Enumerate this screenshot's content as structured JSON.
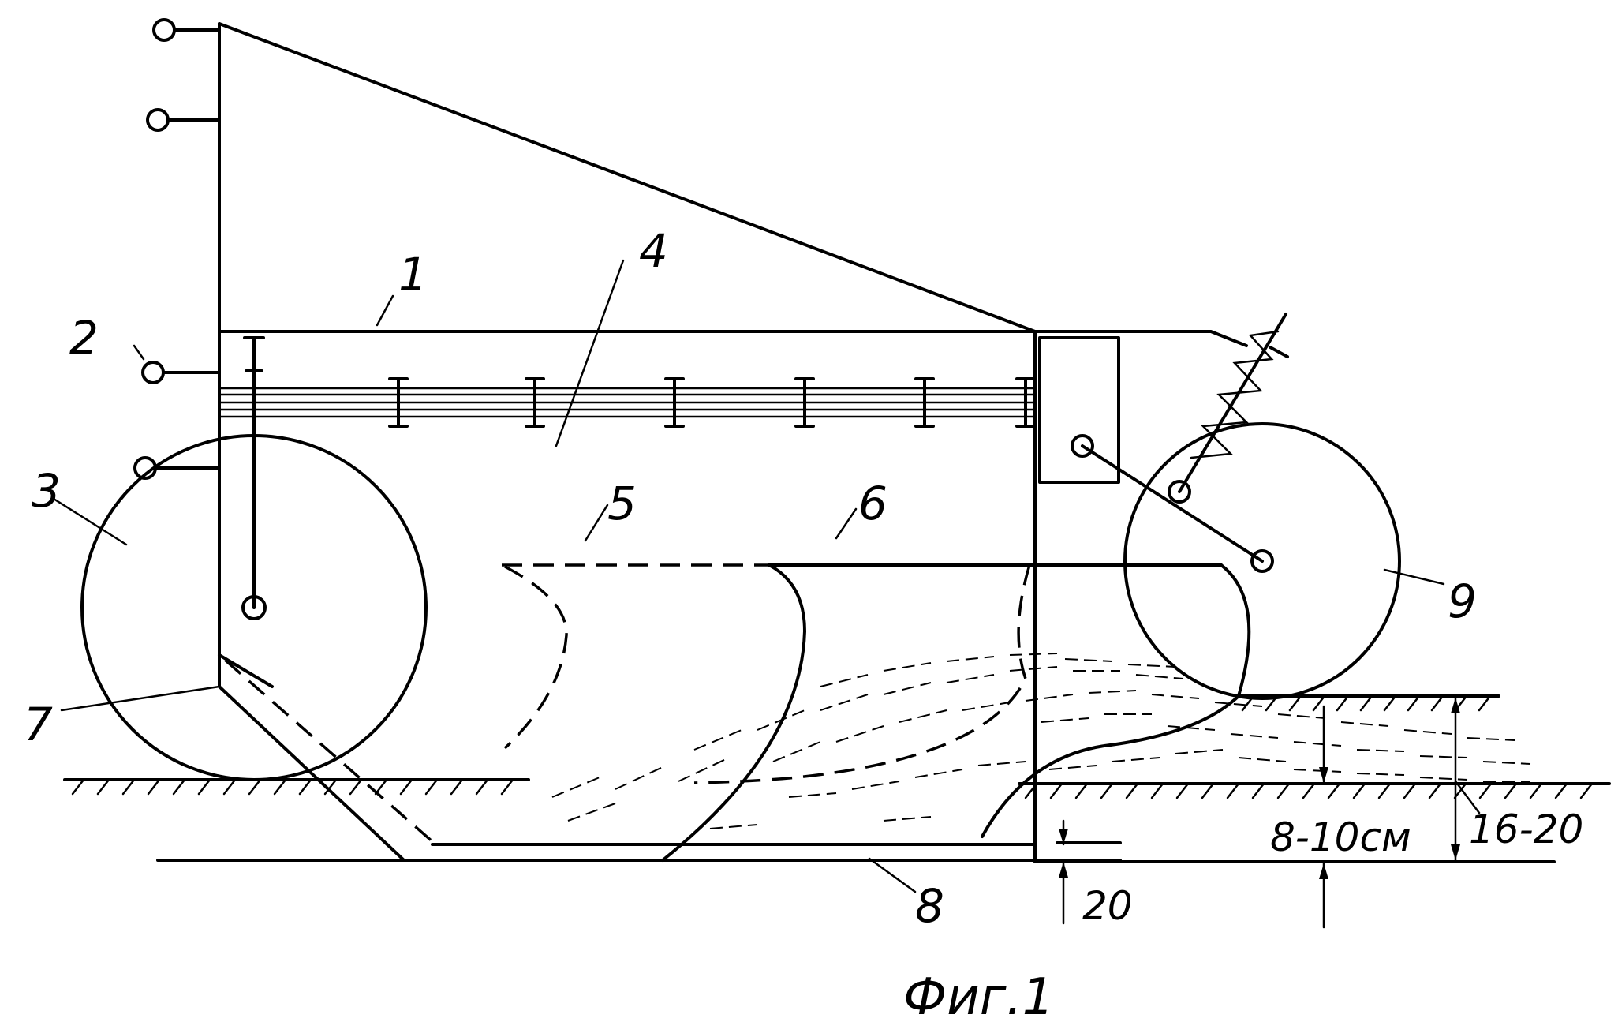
{
  "labels": {
    "frame": "1",
    "hitch": "2",
    "front_wheel": "3",
    "beam": "4",
    "share_rear": "5",
    "share_front": "6",
    "knife": "7",
    "bottom_plate": "8",
    "rear_wheel": "9"
  },
  "dimensions": {
    "clearance": "20",
    "shallow_depth": "8-10см",
    "full_depth": "16-20"
  },
  "caption": "Фиг.1"
}
